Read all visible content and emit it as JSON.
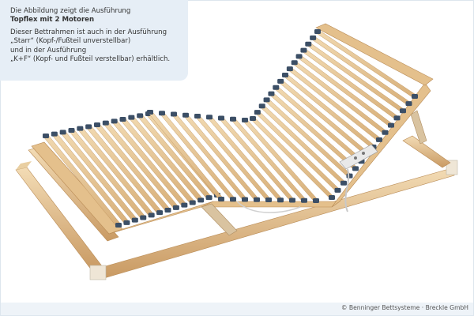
{
  "caption": {
    "line1": "Die Abbildung zeigt die Ausführung",
    "line2": "Topflex mit 2 Motoren",
    "line3": "Dieser Bettrahmen ist auch in der Ausführung",
    "line4": "„Starr“ (Kopf-/Fußteil unverstellbar)",
    "line5": "und in der Ausführung",
    "line6": "„K+F“ (Kopf- und Fußteil verstellbar) erhältlich."
  },
  "copyright": "© Benninger Bettsysteme · Breckle GmbH",
  "colors": {
    "caption_bg": "#e6eef6",
    "wood": "#e8c99a",
    "slat_cap": "#3c4f66"
  }
}
